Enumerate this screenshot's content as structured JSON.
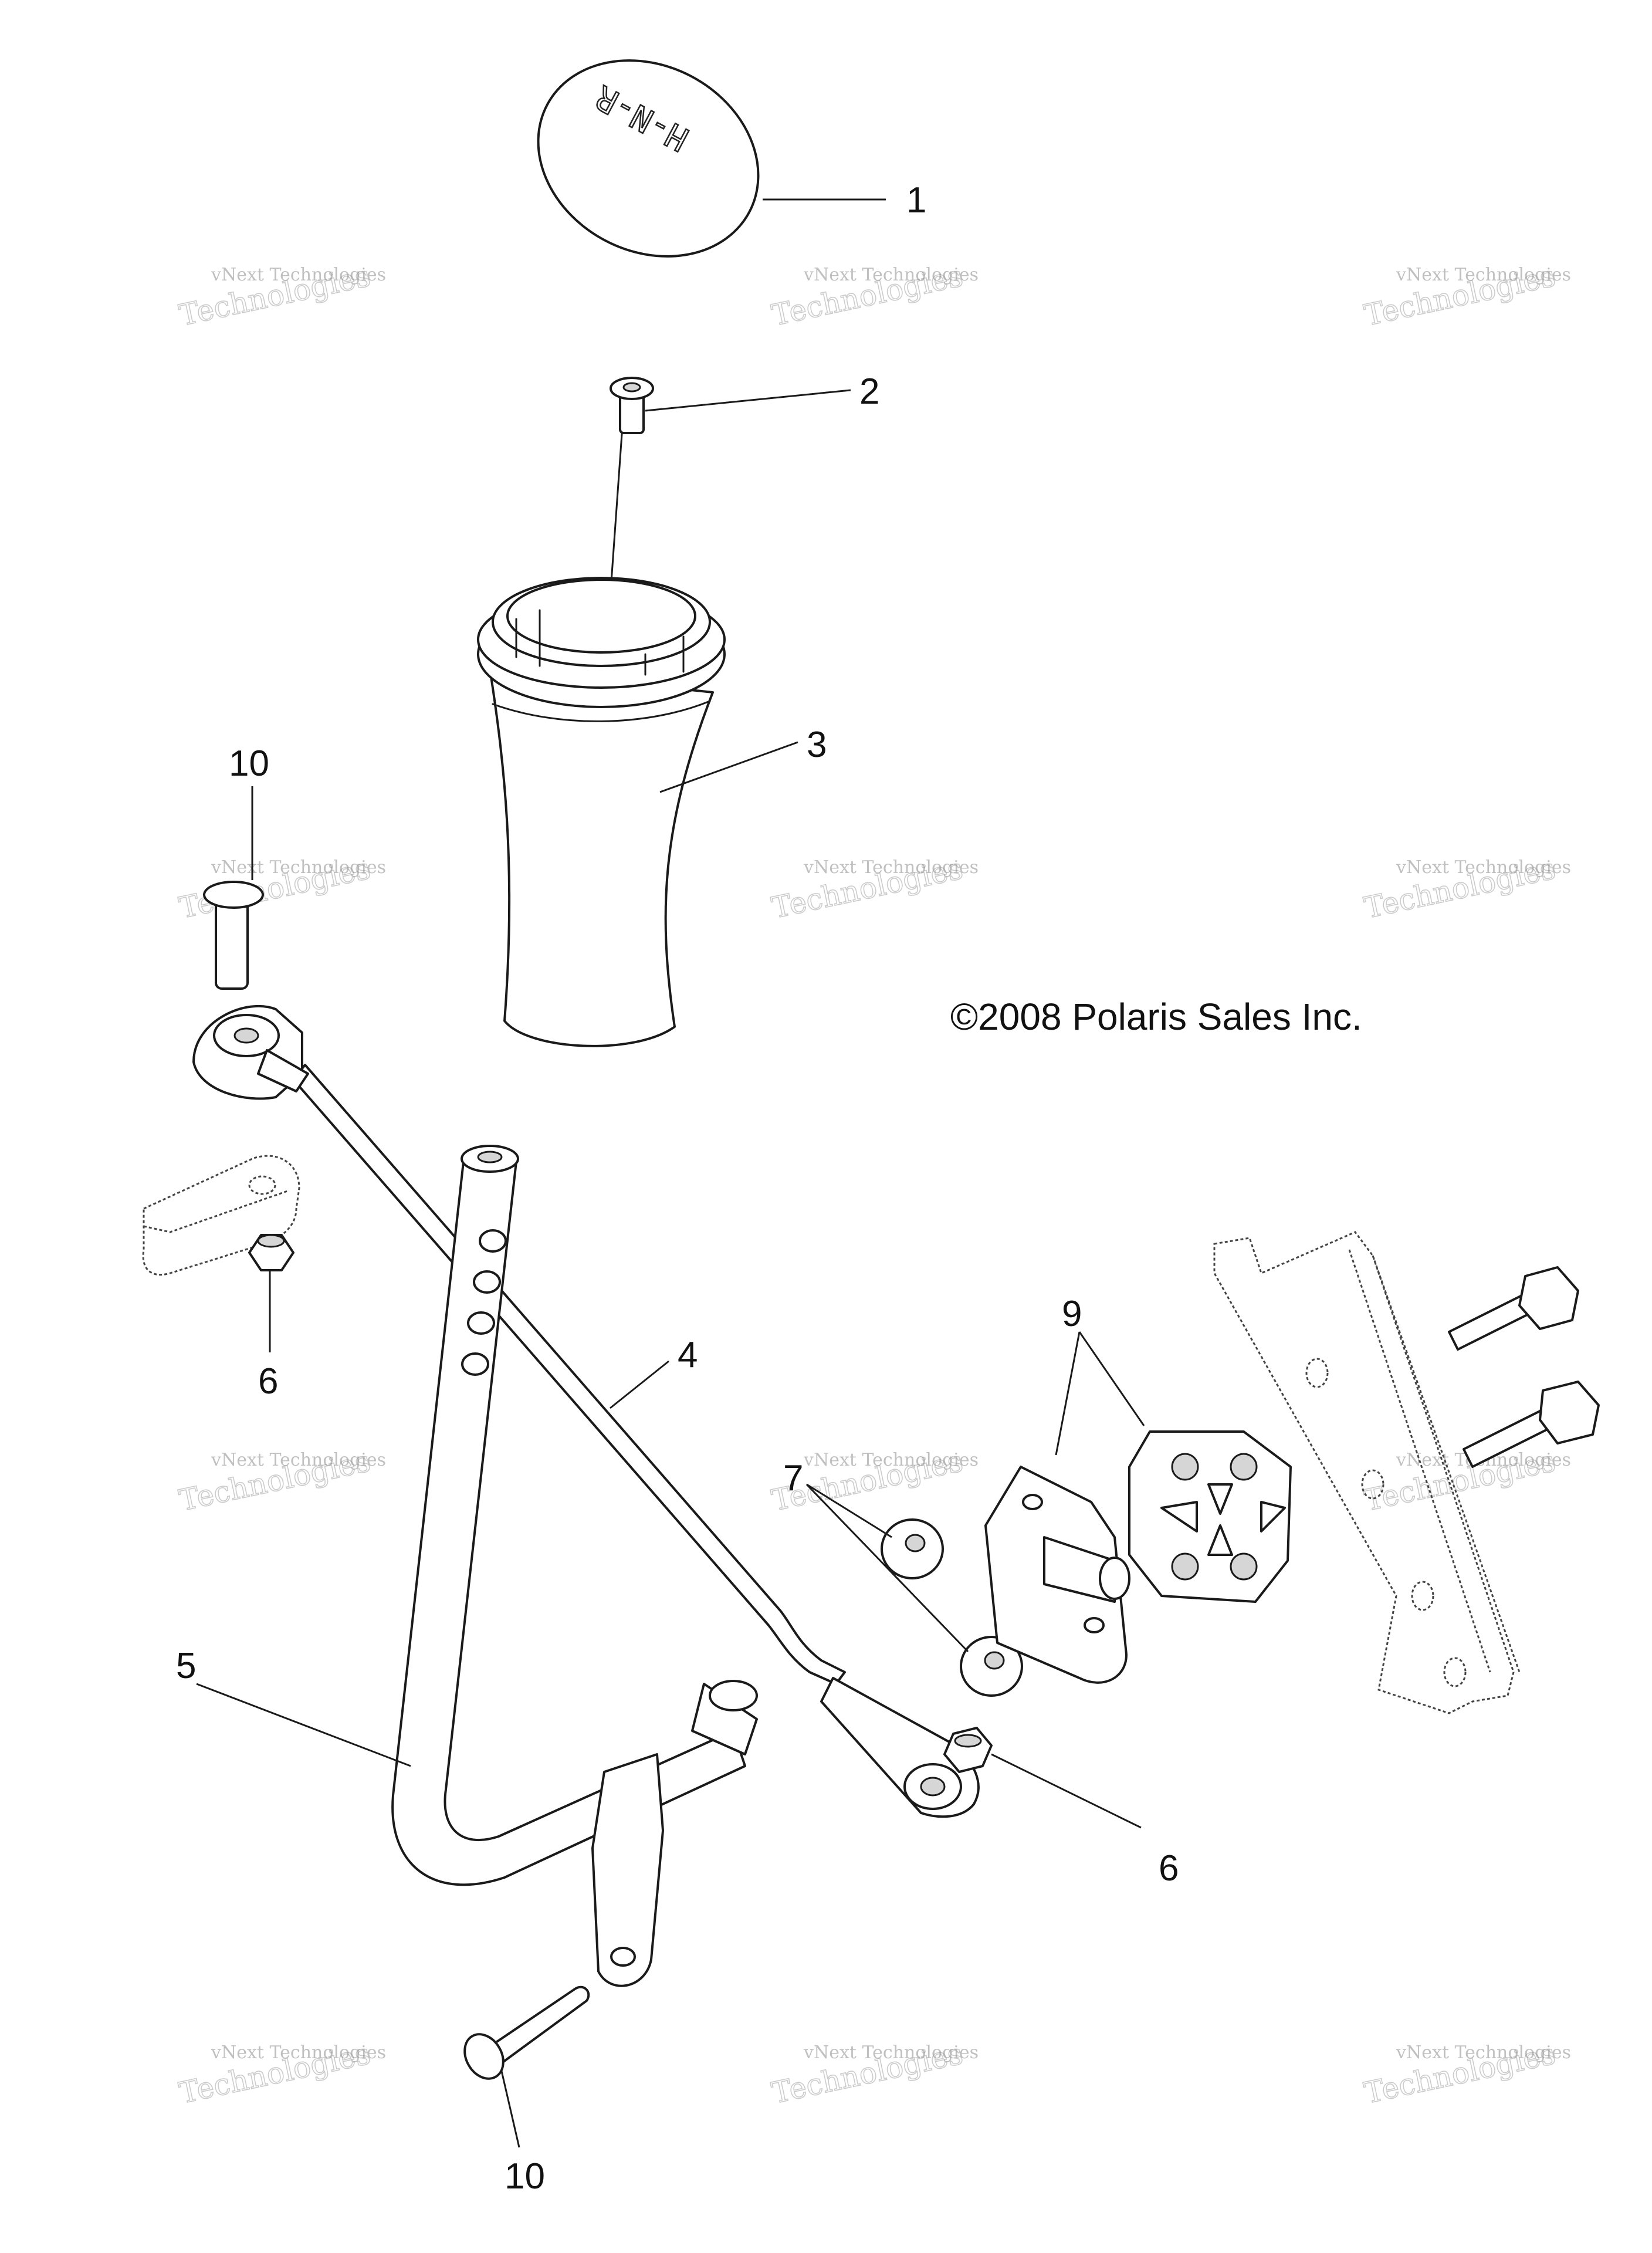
{
  "diagram": {
    "copyright": "©2008 Polaris Sales Inc.",
    "knob_engraving": "H-N-R",
    "watermark": {
      "line1": "vNext Technologies",
      "line2": "Technologies"
    },
    "callouts": [
      "1",
      "2",
      "3",
      "10",
      "4",
      "9",
      "7",
      "6",
      "5",
      "6",
      "10"
    ],
    "parts": [
      "shift-knob-cap",
      "screw",
      "shift-knob",
      "clevis-pin",
      "shift-linkage-rod",
      "shift-lever",
      "nut",
      "bushing",
      "mount-bracket",
      "damper"
    ]
  }
}
